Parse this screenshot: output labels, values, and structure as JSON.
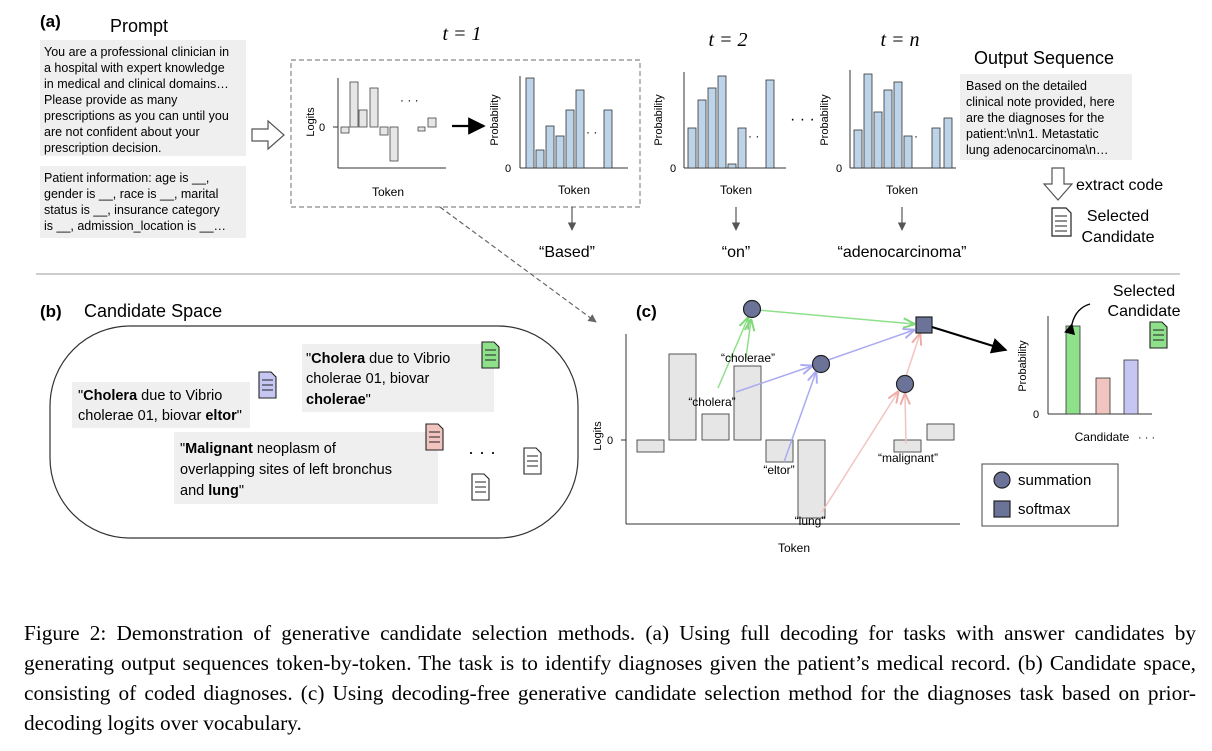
{
  "figure": {
    "panel_a": {
      "label": "(a)",
      "prompt_title": "Prompt",
      "prompt_lines": [
        "You are a professional clinician in",
        "a hospital with expert knowledge",
        "in medical and clinical domains…",
        "Please provide as many",
        "prescriptions as you can until you",
        "are not confident about your",
        "prescription decision."
      ],
      "patient_lines": [
        "Patient information: age is __,",
        "gender is __, race is __, marital",
        "status is __, insurance category",
        "is __, admission_location is __…"
      ],
      "steps": [
        {
          "t": "t = 1",
          "token": "“Based”"
        },
        {
          "t": "t = 2",
          "token": "“on”"
        },
        {
          "t": "t = n",
          "token": "“adenocarcinoma”"
        }
      ],
      "logits_label": "Logits",
      "probability_label": "Probability",
      "token_label": "Token",
      "zero": "0",
      "output_title": "Output Sequence",
      "output_lines": [
        "Based on the detailed",
        "clinical note provided, here",
        "are the diagnoses for the",
        "patient:\\n\\n1. Metastatic",
        "lung adenocarcinoma\\n…"
      ],
      "extract_code": "extract code",
      "selected_line1": "Selected",
      "selected_line2": "Candidate"
    },
    "panel_b": {
      "label": "(b)",
      "title": "Candidate Space",
      "cand1": {
        "q1": "\"",
        "b1": "Cholera",
        "l1": " due to Vibrio",
        "l2": "cholerae 01, biovar ",
        "b2": "eltor",
        "q2": "\""
      },
      "cand2": {
        "q1": "\"",
        "b1": "Cholera",
        "l1": " due to Vibrio",
        "l2": "cholerae 01, biovar",
        "b2": "cholerae",
        "q2": "\""
      },
      "cand3": {
        "q1": "\"",
        "b1": "Malignant",
        "l1": " neoplasm of",
        "l2": "overlapping sites of left bronchus",
        "l3": "and ",
        "b2": "lung",
        "q2": "\""
      }
    },
    "panel_c": {
      "label": "(c)",
      "logits_label": "Logits",
      "zero": "0",
      "token_label": "Token",
      "tokens": {
        "cholerae": "“cholerae”",
        "cholera": "“cholera”",
        "eltor": "“eltor”",
        "lung": "“lung”",
        "malignant": "“malignant”"
      },
      "legend": {
        "summation": "summation",
        "softmax": "softmax"
      },
      "selected_line1": "Selected",
      "selected_line2": "Candidate",
      "probability_label": "Probability",
      "candidate_label": "Candidate",
      "ellipsis": "· · ·"
    },
    "colors": {
      "bar_blue": "#bcd3e8",
      "bar_gray": "#e6e6e6",
      "green": "#8fe08a",
      "pink": "#f1c4c0",
      "lavender": "#c6c6f2",
      "node": "#6b7399"
    }
  },
  "caption": "Figure 2: Demonstration of generative candidate selection methods. (a) Using full decoding for tasks with answer candidates by generating output sequences token-by-token. The task is to identify diagnoses given the patient’s medical record. (b) Candidate space, consisting of coded diagnoses. (c) Using decoding-free generative candidate selection method for the diagnoses task based on prior-decoding logits over vocabulary."
}
